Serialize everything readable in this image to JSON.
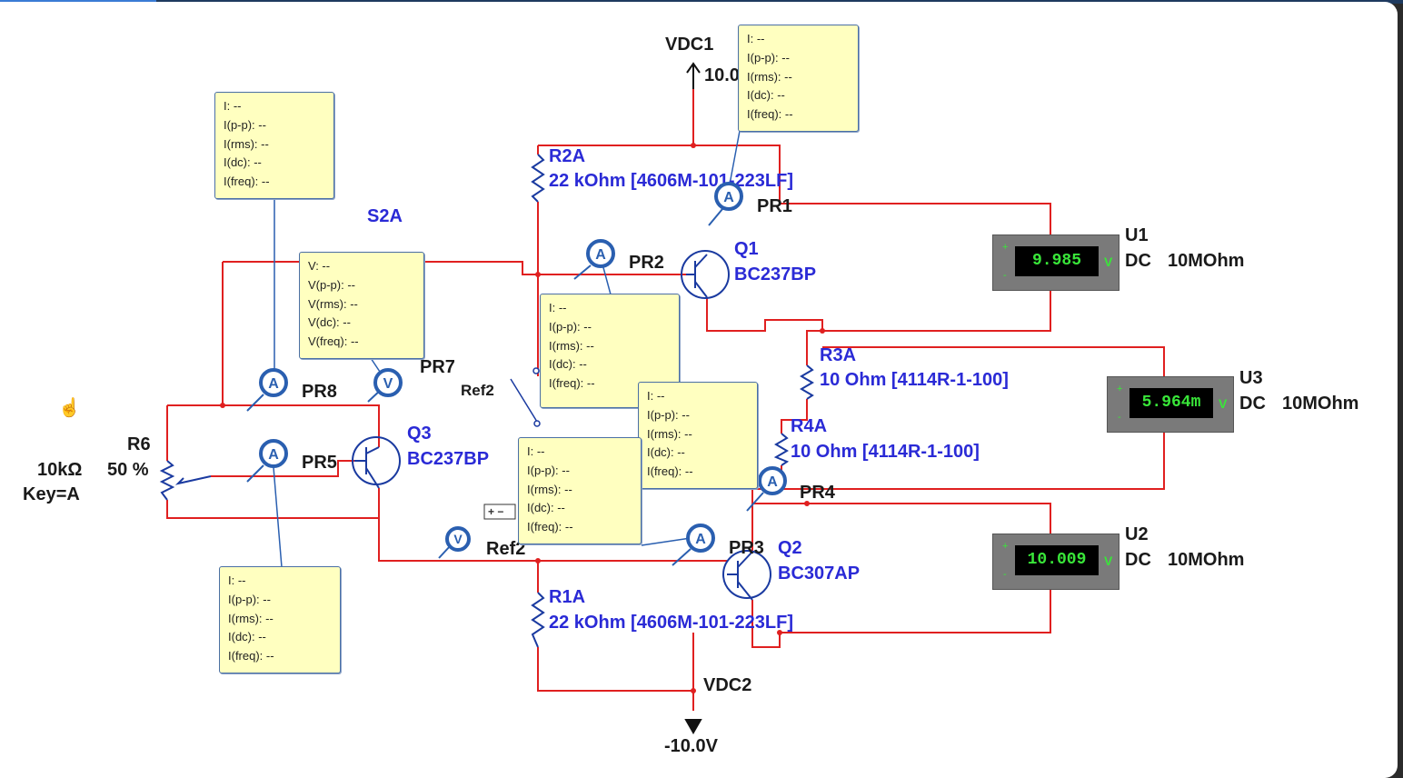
{
  "colors": {
    "wire": "#e02020",
    "component": "#1a3aa0",
    "probe_bg": "#ffffc0",
    "meter_display": "#39e639"
  },
  "sources": {
    "vdc1_name": "VDC1",
    "vdc1_value": "10.0",
    "vdc2_name": "VDC2",
    "vdc2_value": "-10.0V",
    "ref_label_1": "Ref2",
    "ref_label_2": "Ref2"
  },
  "components": {
    "r2a_name": "R2A",
    "r2a_value": "22 kOhm  [4606M-101-223LF]",
    "r1a_name": "R1A",
    "r1a_value": "22 kOhm  [4606M-101-223LF]",
    "r3a_name": "R3A",
    "r3a_value": "10 Ohm  [4114R-1-100]",
    "r4a_name": "R4A",
    "r4a_value": "10 Ohm  [4114R-1-100]",
    "q1_name": "Q1",
    "q1_model": "BC237BP",
    "q2_name": "Q2",
    "q2_model": "BC307AP",
    "q3_name": "Q3",
    "q3_model": "BC237BP",
    "r6_name": "R6",
    "r6_value": "10kΩ",
    "r6_setting": "50 %",
    "r6_key": "Key=A",
    "switch_label": "S2A"
  },
  "probe_names": {
    "pr1": "PR1",
    "pr2": "PR2",
    "pr3": "PR3",
    "pr4": "PR4",
    "pr5": "PR5",
    "pr7": "PR7",
    "pr8": "PR8"
  },
  "probe_glyphs": {
    "ammeter": "A",
    "voltmeter": "V"
  },
  "current_probe_lines": [
    "I: --",
    "I(p-p): --",
    "I(rms): --",
    "I(dc): --",
    "I(freq): --"
  ],
  "voltage_probe_lines": [
    "V: --",
    "V(p-p): --",
    "V(rms): --",
    "V(dc): --",
    "V(freq): --"
  ],
  "meters": [
    {
      "name": "U1",
      "value": "9.985",
      "mode": "DC",
      "impedance": "10MOhm",
      "unit": "V",
      "plus": "+",
      "minus": "-"
    },
    {
      "name": "U3",
      "value": "5.964m",
      "mode": "DC",
      "impedance": "10MOhm",
      "unit": "V",
      "plus": "+",
      "minus": "-"
    },
    {
      "name": "U2",
      "value": "10.009",
      "mode": "DC",
      "impedance": "10MOhm",
      "unit": "V",
      "plus": "+",
      "minus": "-"
    }
  ]
}
